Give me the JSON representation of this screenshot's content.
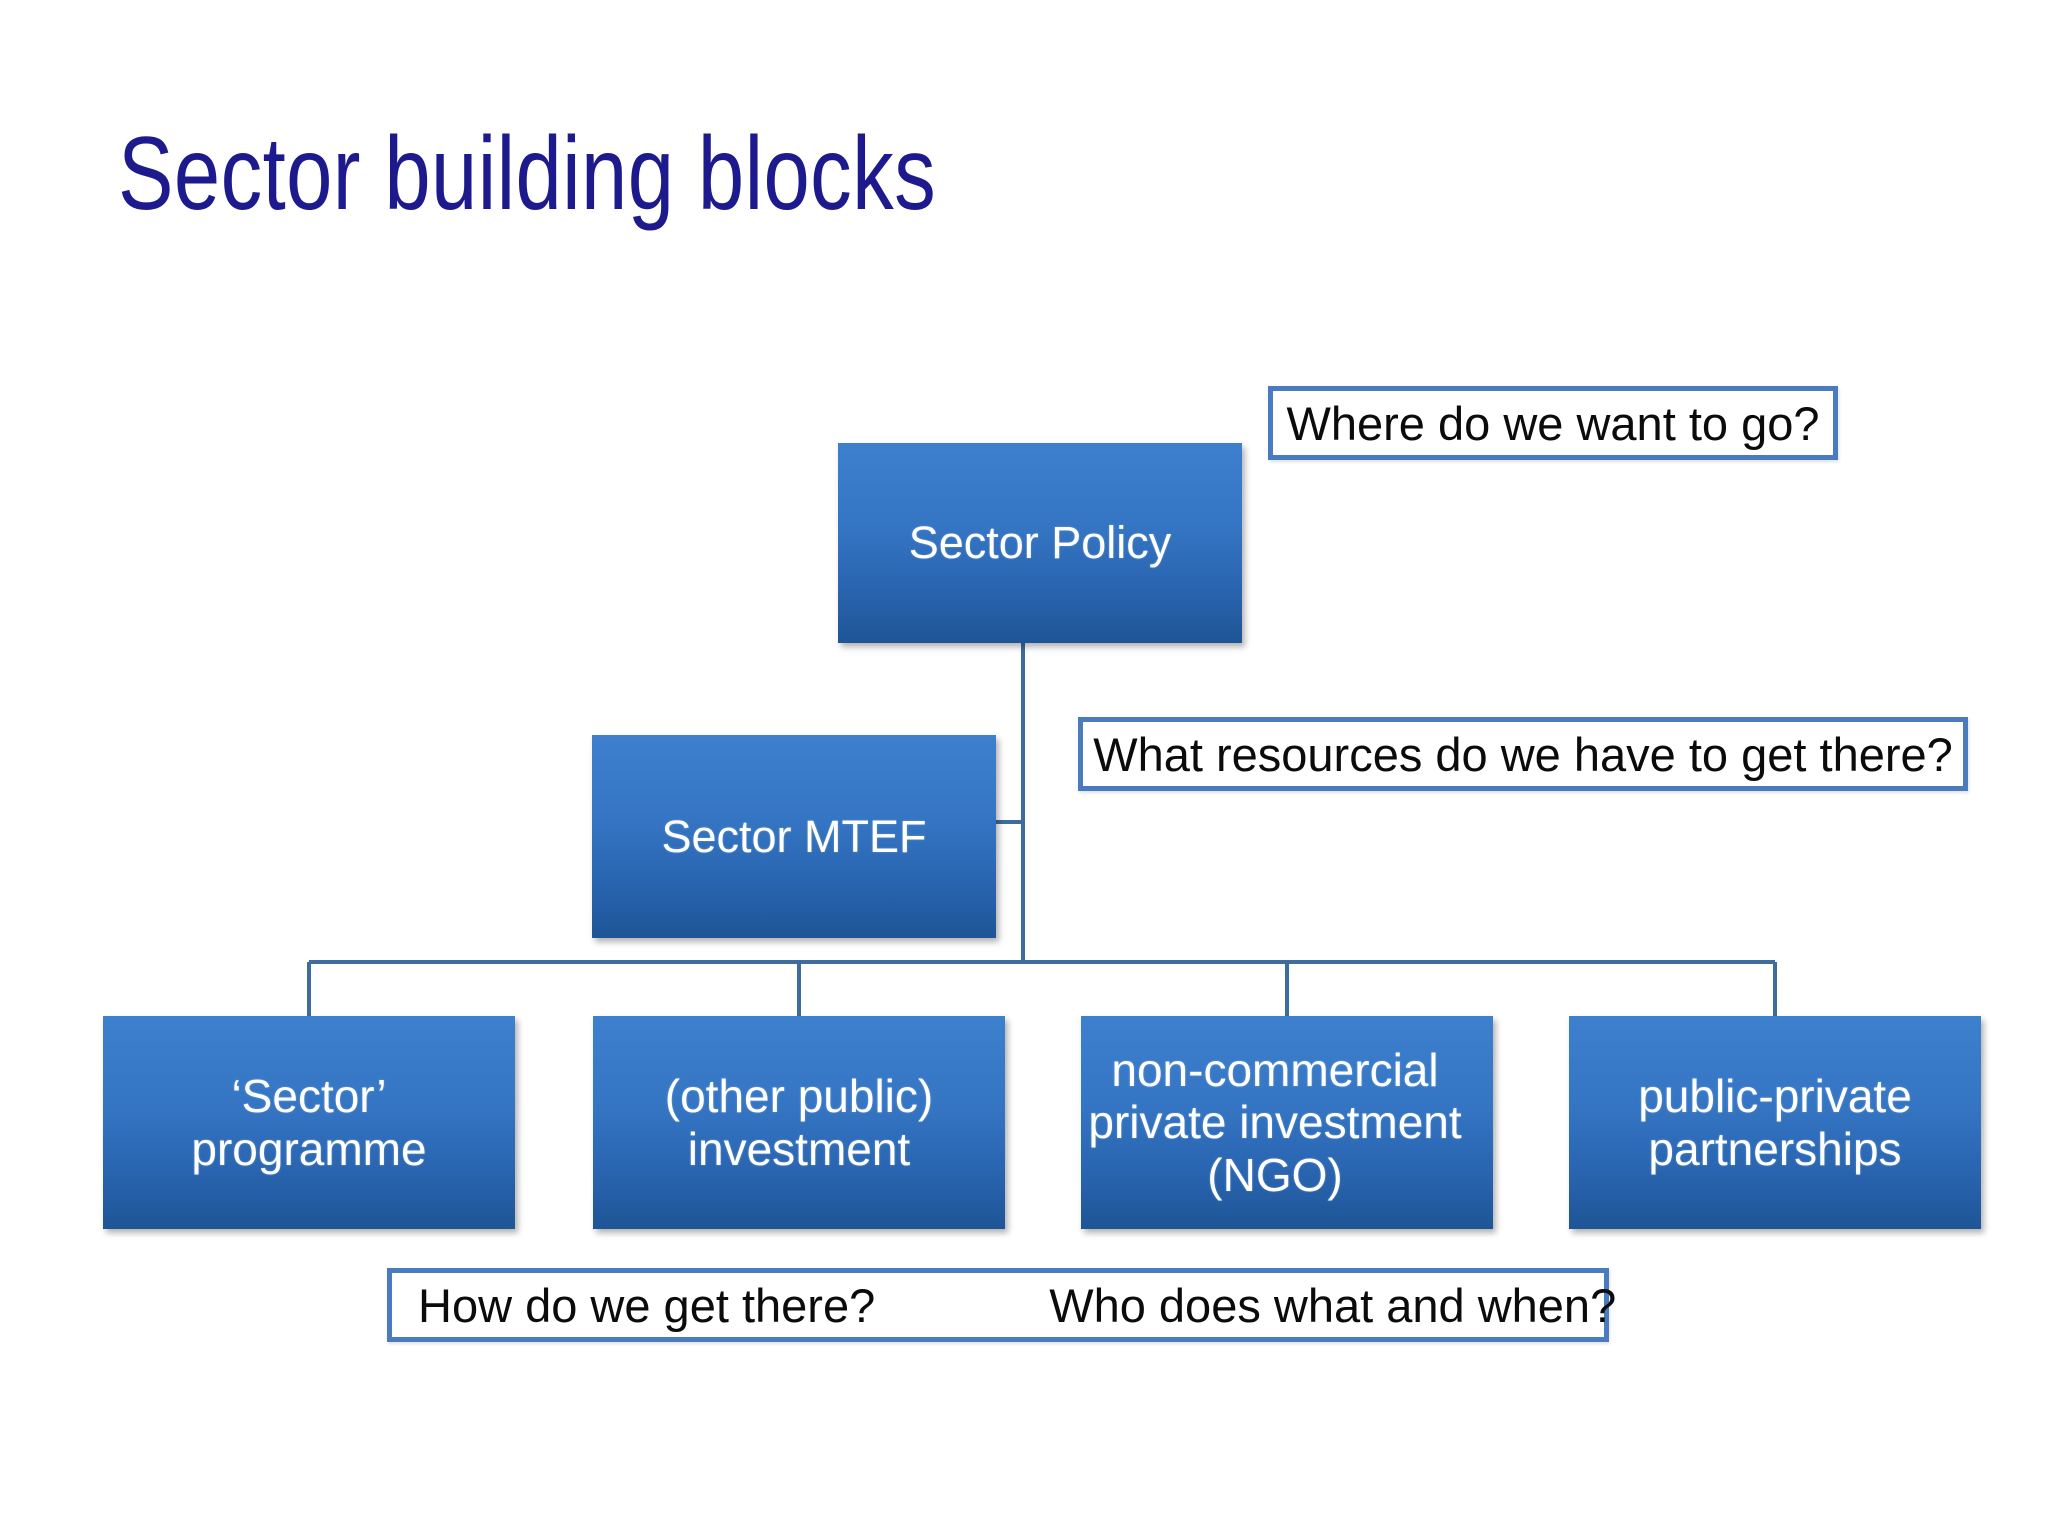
{
  "slide": {
    "title": "Sector building blocks",
    "title_color": "#1D1A8E",
    "background_color": "#FFFFFF"
  },
  "theme": {
    "node_gradient_top": "#3D80CE",
    "node_gradient_bottom": "#1E5596",
    "node_text_color": "#FFFFFF",
    "callout_border_color": "#4A7BBE",
    "callout_background": "#FFFFFF",
    "callout_text_color": "#0B0B0B",
    "connector_color": "#3E6C9E"
  },
  "diagram": {
    "type": "org-chart",
    "nodes": [
      {
        "id": "sector-policy",
        "label": "Sector Policy",
        "level": 1
      },
      {
        "id": "sector-mtef",
        "label": "Sector MTEF",
        "level": 2
      },
      {
        "id": "sector-programme",
        "label": "‘Sector’\nprogramme",
        "level": 3
      },
      {
        "id": "other-public-investment",
        "label": "(other public)\ninvestment",
        "level": 3
      },
      {
        "id": "non-commercial-ngo",
        "label": "non-commercial\nprivate investment\n(NGO)",
        "level": 3
      },
      {
        "id": "public-private-partnerships",
        "label": "public-private\npartnerships",
        "level": 3
      }
    ],
    "edges": [
      {
        "from": "sector-policy",
        "to": "sector-mtef"
      },
      {
        "from": "sector-policy",
        "to": "sector-programme"
      },
      {
        "from": "sector-policy",
        "to": "other-public-investment"
      },
      {
        "from": "sector-policy",
        "to": "non-commercial-ngo"
      },
      {
        "from": "sector-policy",
        "to": "public-private-partnerships"
      }
    ]
  },
  "callouts": {
    "where": "Where do we want to go?",
    "resources": "What resources do we have to get there?",
    "how": "How do we get there?",
    "who": "Who does what and when?"
  }
}
